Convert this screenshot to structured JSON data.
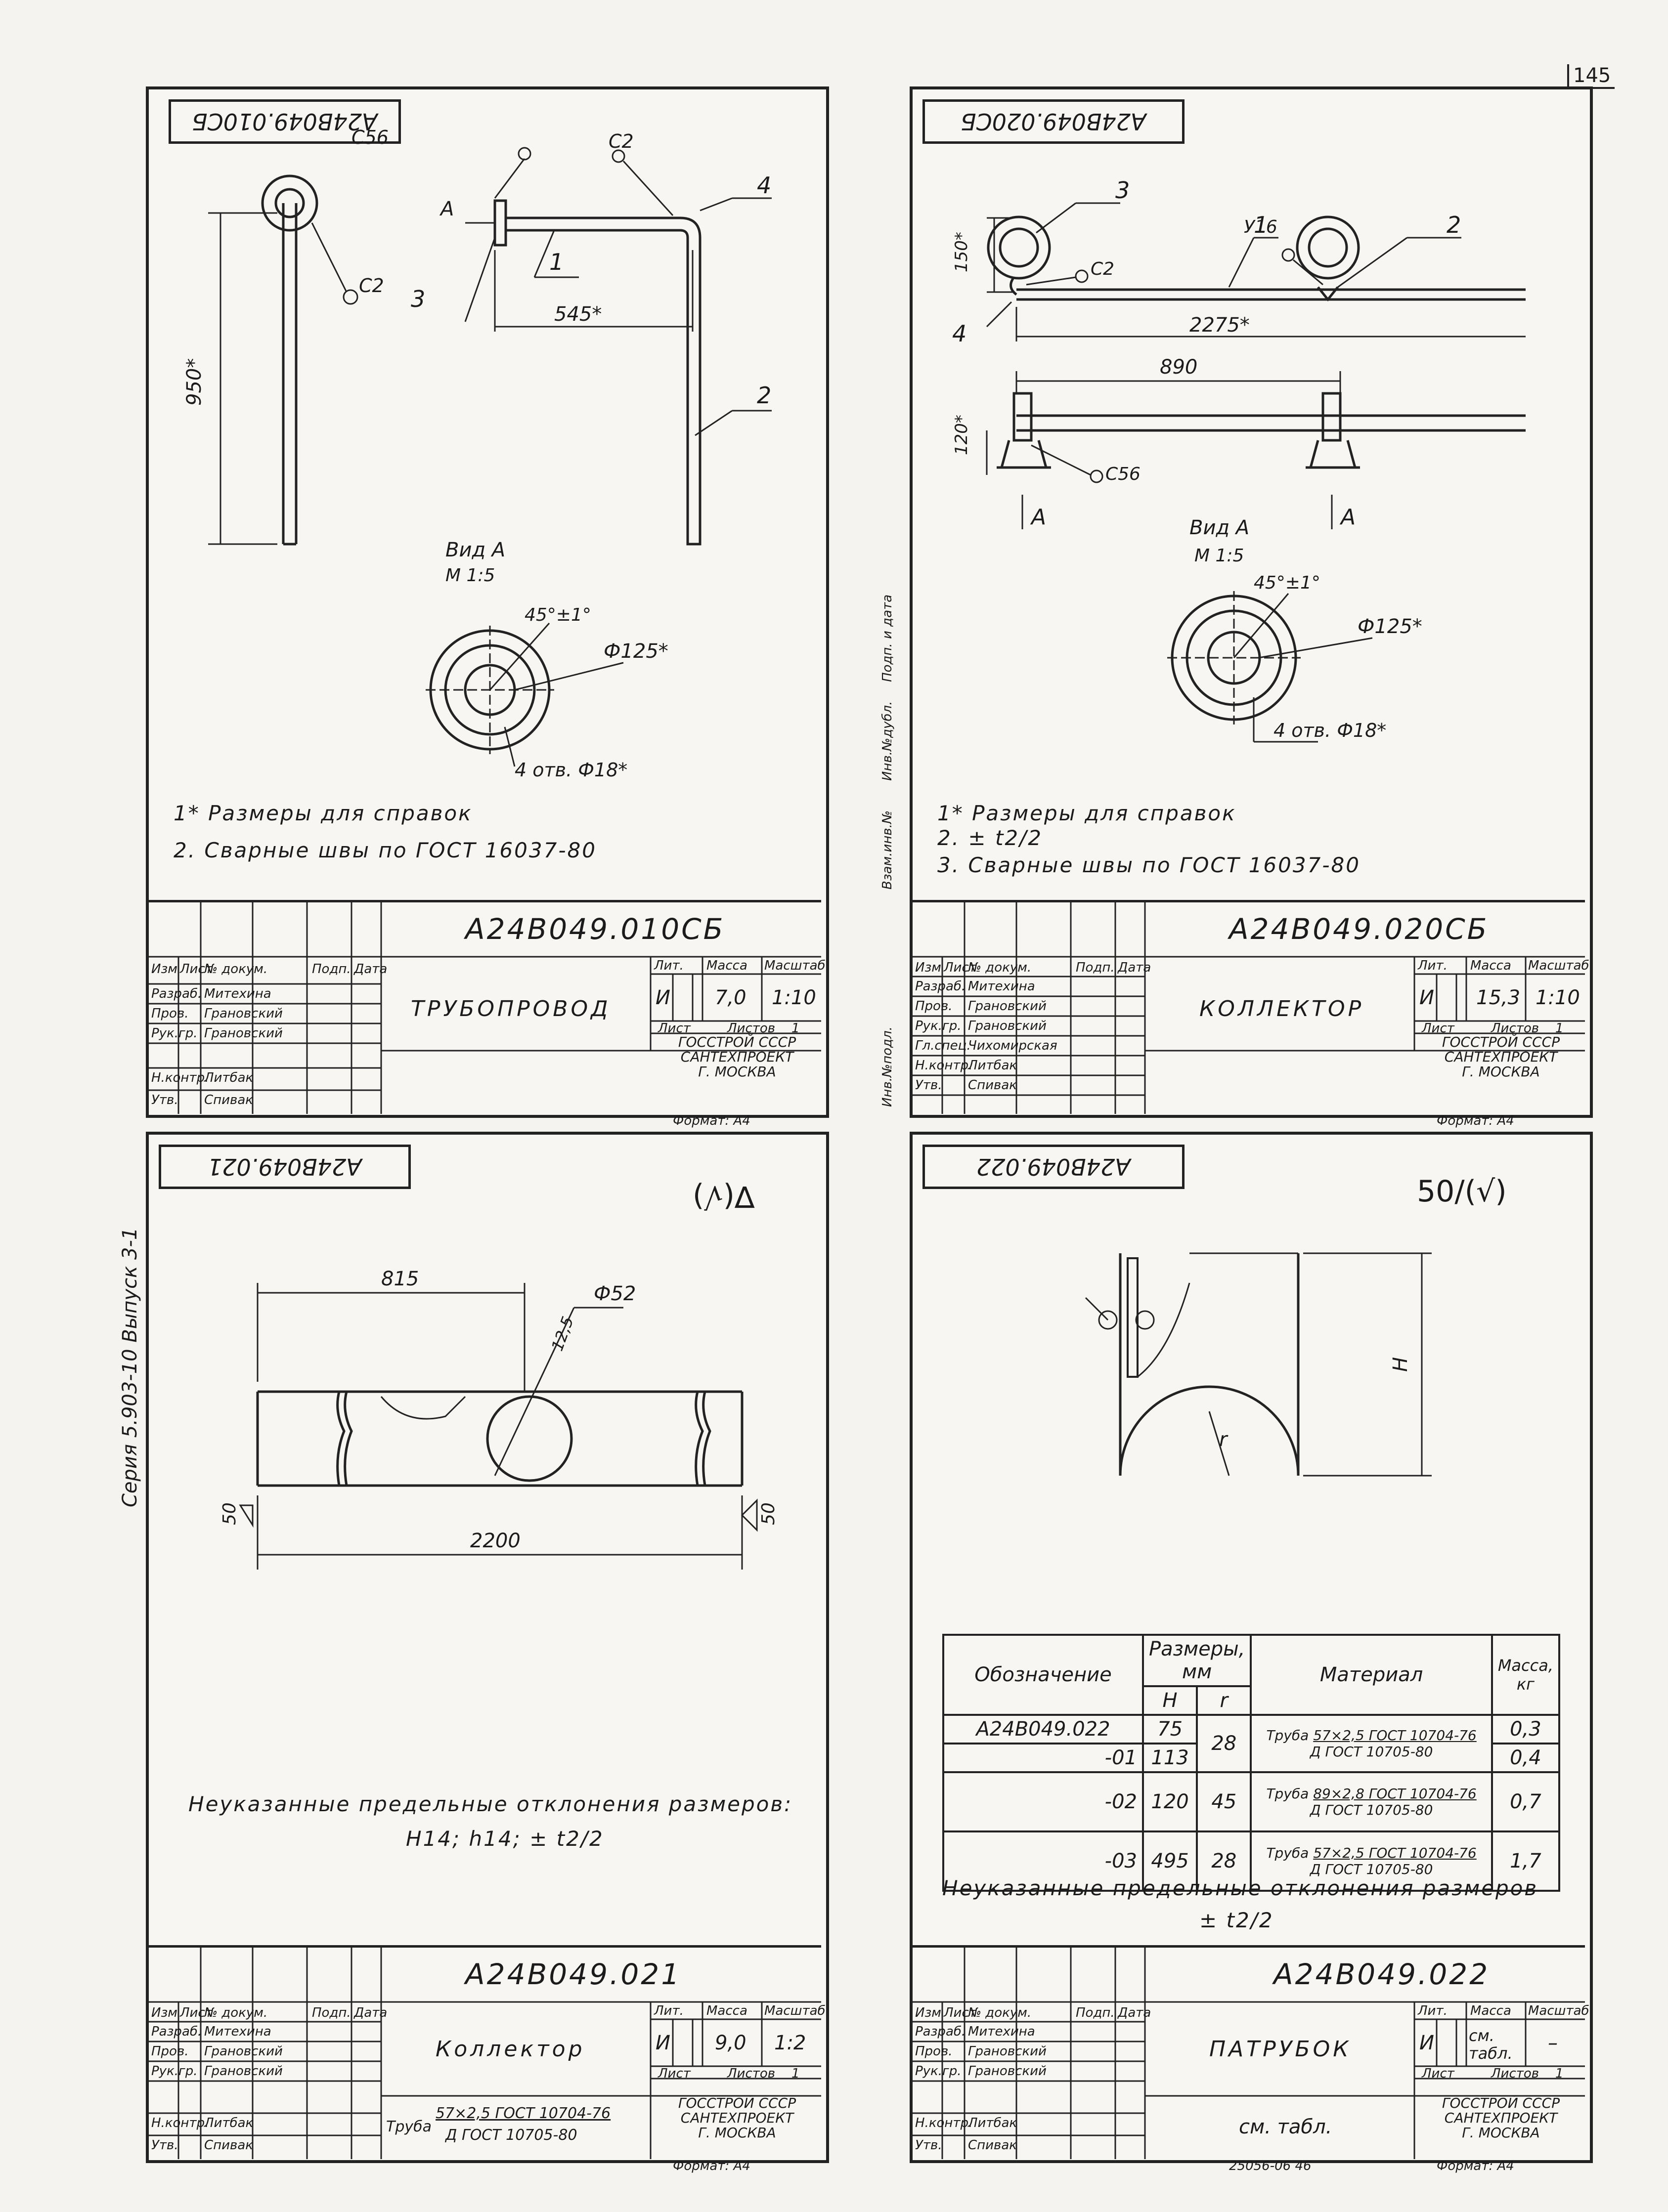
{
  "page_number": "145",
  "series_label": "Серия 5.903-10   Выпуск 3-1",
  "footer_code": "25056-06    46",
  "side_stamp": [
    "Взам.инв.№",
    "Инв.№дубл.",
    "Подп. и дата",
    "Инв.№подл."
  ],
  "stamp_roles": [
    "Изм",
    "Лист",
    "№ докум.",
    "Подп.",
    "Дата"
  ],
  "stamp_people": [
    {
      "role": "Разраб.",
      "name": "Митехина"
    },
    {
      "role": "Пров.",
      "name": "Грановский"
    },
    {
      "role": "Рук.гр.",
      "name": "Грановский"
    },
    {
      "role": "Гл.спец.",
      "name": "Чихомирская"
    },
    {
      "role": "Н.контр.",
      "name": "Литбак"
    },
    {
      "role": "Утв.",
      "name": "Спивак"
    }
  ],
  "tb_labels": {
    "lit": "Лит.",
    "mass": "Масса",
    "scale": "Масштаб",
    "sheet": "Лист",
    "sheets": "Листов",
    "format": "Формат: А4"
  },
  "org": {
    "line1": "ГОССТРОЙ СССР",
    "line2": "САНТЕХПРОЕКТ",
    "line3": "Г. МОСКВА"
  },
  "sheets": [
    {
      "code": "А24В049.010СБ",
      "title_mirror": "А24В049.010СБ",
      "name": "ТРУБОПРОВОД",
      "lit": "И",
      "mass": "7,0",
      "scale": "1:10",
      "sheets_count": "1",
      "notes": [
        "1* Размеры для справок",
        "2. Сварные швы по ГОСТ 16037-80"
      ],
      "view": {
        "label": "Вид А",
        "scale": "М 1:5",
        "angle": "45°±1°",
        "diameter": "Ф125*",
        "holes": "4 отв. Ф18*"
      },
      "dims": {
        "height": "950*",
        "length": "545*",
        "weld1": "С56",
        "weld2": "С2",
        "weld3": "С2",
        "arrow": "А",
        "pos": [
          "1",
          "2",
          "3",
          "4"
        ]
      }
    },
    {
      "code": "А24В049.020СБ",
      "title_mirror": "А24В049.020СБ",
      "name": "КОЛЛЕКТОР",
      "lit": "И",
      "mass": "15,3",
      "scale": "1:10",
      "sheets_count": "1",
      "notes": [
        "1* Размеры для справок",
        "2. ± t2/2",
        "3. Сварные швы по ГОСТ 16037-80"
      ],
      "view": {
        "label": "Вид А",
        "scale": "М 1:5",
        "angle": "45°±1°",
        "diameter": "Ф125*",
        "holes": "4 отв. Ф18*"
      },
      "dims": {
        "height": "150*",
        "length": "2275*",
        "spacing": "890",
        "height2": "120*",
        "weld1": "У16",
        "weld2": "С2",
        "weld3": "С56",
        "arrow": "А",
        "pos": [
          "1",
          "2",
          "3",
          "4"
        ]
      }
    },
    {
      "code": "А24В049.021",
      "title_mirror": "А24В049.021",
      "name": "Коллектор",
      "lit": "И",
      "mass": "9,0",
      "scale": "1:2",
      "sheets_count": "1",
      "material": {
        "prefix": "Труба",
        "top": "57×2,5 ГОСТ 10704-76",
        "bottom": "Д ГОСТ 10705-80"
      },
      "roughness": "∇(√)",
      "dims": {
        "hole_offset": "815",
        "hole_diameter": "Ф52",
        "roughness_hole": "12,5",
        "length": "2200",
        "cut_left": "50",
        "cut_right": "50"
      },
      "notes": [
        "Неуказанные предельные отклонения размеров:",
        "H14; h14; ± t2/2"
      ]
    },
    {
      "code": "А24В049.022",
      "title_mirror": "А24В049.022",
      "name": "ПАТРУБОК",
      "lit": "И",
      "mass": "см. табл.",
      "scale": "–",
      "sheets_count": "1",
      "sub_name": "см. табл.",
      "roughness": "50/(√)",
      "dims": {
        "height": "H",
        "radius": "r"
      },
      "table": {
        "headers": {
          "designation": "Обозначение",
          "sizes": "Размеры, мм",
          "h": "H",
          "r": "r",
          "material": "Материал",
          "mass": "Масса, кг"
        },
        "rows": [
          {
            "designation": "А24В049.022",
            "h": "75",
            "r": "28",
            "mat_prefix": "Труба",
            "mat_top": "57×2,5 ГОСТ 10704-76",
            "mat_bottom": "Д ГОСТ 10705-80",
            "mass": "0,3"
          },
          {
            "designation": "-01",
            "h": "113",
            "r": "",
            "mat_prefix": "",
            "mat_top": "",
            "mat_bottom": "",
            "mass": "0,4"
          },
          {
            "designation": "-02",
            "h": "120",
            "r": "45",
            "mat_prefix": "Труба",
            "mat_top": "89×2,8 ГОСТ 10704-76",
            "mat_bottom": "Д ГОСТ 10705-80",
            "mass": "0,7"
          },
          {
            "designation": "-03",
            "h": "495",
            "r": "28",
            "mat_prefix": "Труба",
            "mat_top": "57×2,5 ГОСТ 10704-76",
            "mat_bottom": "Д ГОСТ 10705-80",
            "mass": "1,7"
          }
        ]
      },
      "notes": [
        "Неуказанные предельные отклонения размеров",
        "± t2/2"
      ]
    }
  ]
}
